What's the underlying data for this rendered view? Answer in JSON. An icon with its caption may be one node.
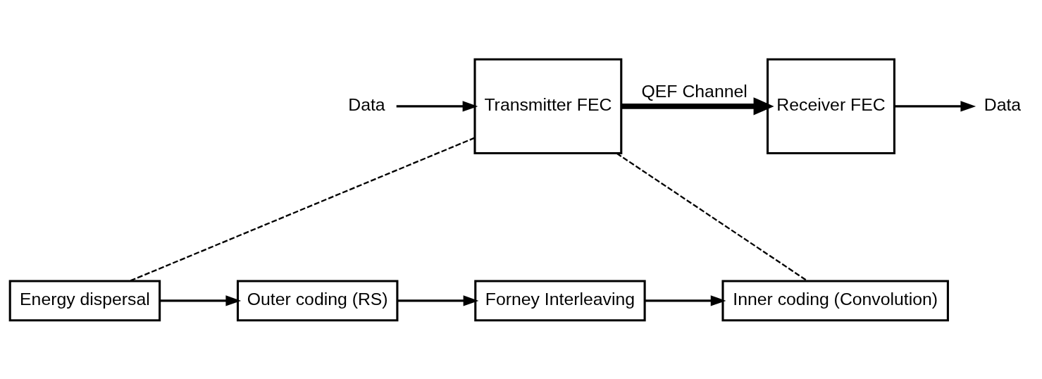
{
  "diagram": {
    "nodes": [
      {
        "text": [
          "Data"
        ]
      },
      {
        "text": [
          "Transmitter FEC"
        ]
      },
      {
        "text": [
          "Receiver FEC"
        ]
      },
      {
        "text": [
          "Data"
        ]
      },
      {
        "text": [
          "Energy dispersal"
        ]
      },
      {
        "text": [
          "Outer coding (RS)"
        ]
      },
      {
        "text": [
          "Forney Interleaving"
        ]
      },
      {
        "text": [
          "Inner coding (Convolution)"
        ]
      }
    ],
    "edges": [
      {
        "from": 0,
        "to": 1,
        "arrow": "to"
      },
      {
        "from": 1,
        "to": 2,
        "arrow": "to",
        "label": "QEF Channel",
        "style": "thick"
      },
      {
        "from": 2,
        "to": 3,
        "arrow": "to"
      },
      {
        "from": 1,
        "to": 4,
        "arrow": "none",
        "style": "dashed"
      },
      {
        "from": 1,
        "to": 7,
        "arrow": "none",
        "style": "dashed"
      },
      {
        "from": 4,
        "to": 5,
        "arrow": "to"
      },
      {
        "from": 5,
        "to": 6,
        "arrow": "to"
      },
      {
        "from": 6,
        "to": 7,
        "arrow": "to"
      }
    ]
  }
}
